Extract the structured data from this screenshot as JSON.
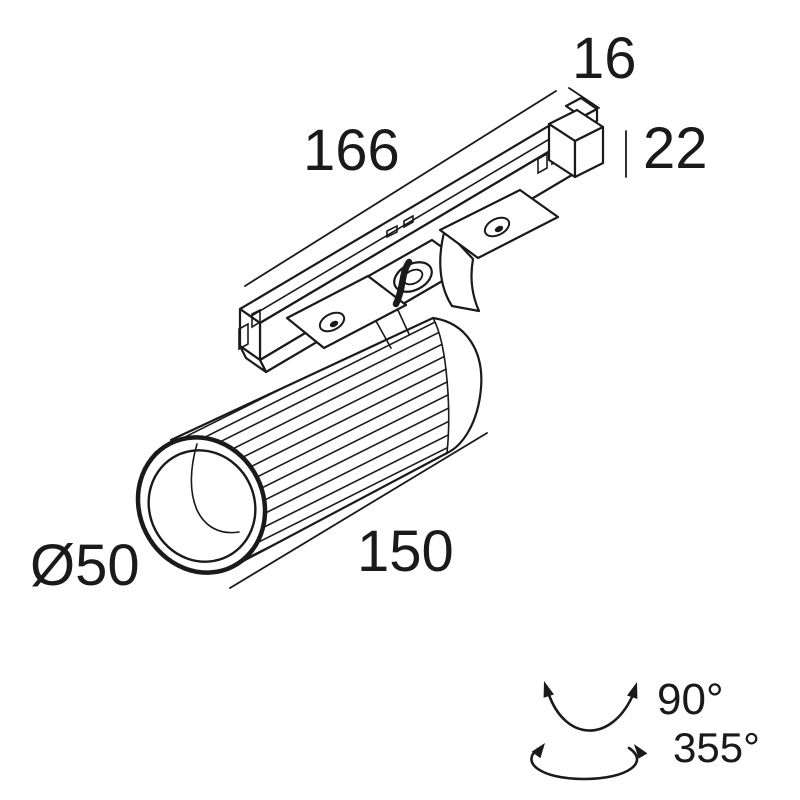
{
  "drawing": {
    "kind": "technical-dimension-drawing",
    "subject": "track-mounted cylindrical spotlight luminaire",
    "colors": {
      "line": "#1a1a1a",
      "background": "#ffffff"
    },
    "labels": {
      "track_length": "166",
      "track_width": "16",
      "adapter_height": "22",
      "body_length": "150",
      "body_diameter": "Ø50"
    },
    "rotation": {
      "tilt_angle": "90°",
      "pan_angle": "355°"
    },
    "icons": {
      "tilt_arrows": "double-headed curved arrow (V shape)",
      "pan_arrows": "double-headed elliptical rotation arrow"
    }
  }
}
